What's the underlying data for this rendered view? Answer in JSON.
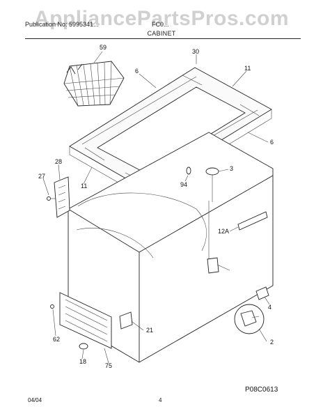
{
  "watermark": "AppliancePartsPros.com",
  "header": {
    "left_text": "Publication No: 5995341...",
    "right_text": "FC0...",
    "section_title": "CABINET"
  },
  "callouts": {
    "c59": "59",
    "c30": "30",
    "c6_top": "6",
    "c11_top": "11",
    "c6_right": "6",
    "c3": "3",
    "c28": "28",
    "c27": "27",
    "c94": "94",
    "c11_left": "11",
    "c12a": "12A",
    "c4": "4",
    "c21": "21",
    "c2": "2",
    "c62": "62",
    "c18": "18",
    "c75": "75"
  },
  "figure_code": "P08C0613",
  "footer": {
    "date": "04/04",
    "page": "4"
  }
}
